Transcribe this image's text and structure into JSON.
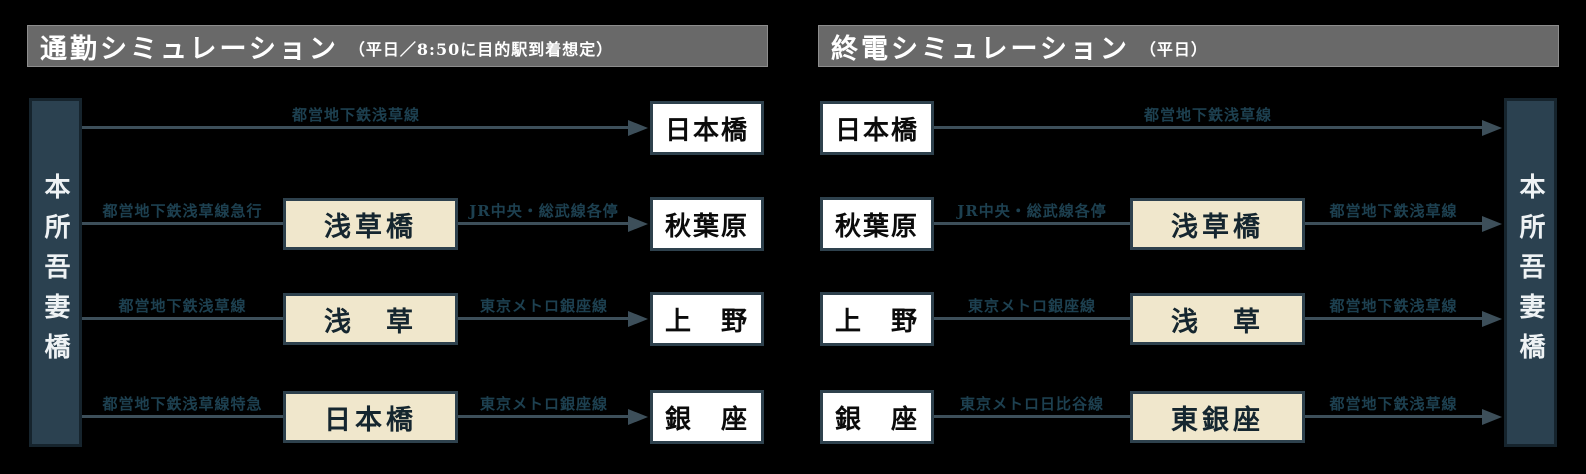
{
  "colors": {
    "background": "#000000",
    "header_bg": "#696969",
    "header_text": "#ffffff",
    "terminal_box_bg": "#2b4150",
    "station_white_bg": "#ffffff",
    "station_tan_bg": "#f0e7cc",
    "station_border": "#2e414d",
    "line_color": "#3d4f5a",
    "line_label_color": "#1d4050"
  },
  "panels": {
    "commute": {
      "title": "通勤シミュレーション",
      "subtitle": "（平日／8:50に目的駅到着想定）",
      "terminal": "本所吾妻橋",
      "rows": [
        {
          "line1": "都営地下鉄浅草線",
          "dest": "日本橋"
        },
        {
          "line1": "都営地下鉄浅草線急行",
          "via": "浅草橋",
          "line2": "JR中央・総武線各停",
          "dest": "秋葉原"
        },
        {
          "line1": "都営地下鉄浅草線",
          "via": "浅　草",
          "line2": "東京メトロ銀座線",
          "dest": "上　野"
        },
        {
          "line1": "都営地下鉄浅草線特急",
          "via": "日本橋",
          "line2": "東京メトロ銀座線",
          "dest": "銀　座"
        }
      ]
    },
    "last_train": {
      "title": "終電シミュレーション",
      "subtitle": "（平日）",
      "terminal": "本所吾妻橋",
      "rows": [
        {
          "origin": "日本橋",
          "line1": "都営地下鉄浅草線"
        },
        {
          "origin": "秋葉原",
          "line1": "JR中央・総武線各停",
          "via": "浅草橋",
          "line2": "都営地下鉄浅草線"
        },
        {
          "origin": "上　野",
          "line1": "東京メトロ銀座線",
          "via": "浅　草",
          "line2": "都営地下鉄浅草線"
        },
        {
          "origin": "銀　座",
          "line1": "東京メトロ日比谷線",
          "via": "東銀座",
          "line2": "都営地下鉄浅草線"
        }
      ]
    }
  }
}
